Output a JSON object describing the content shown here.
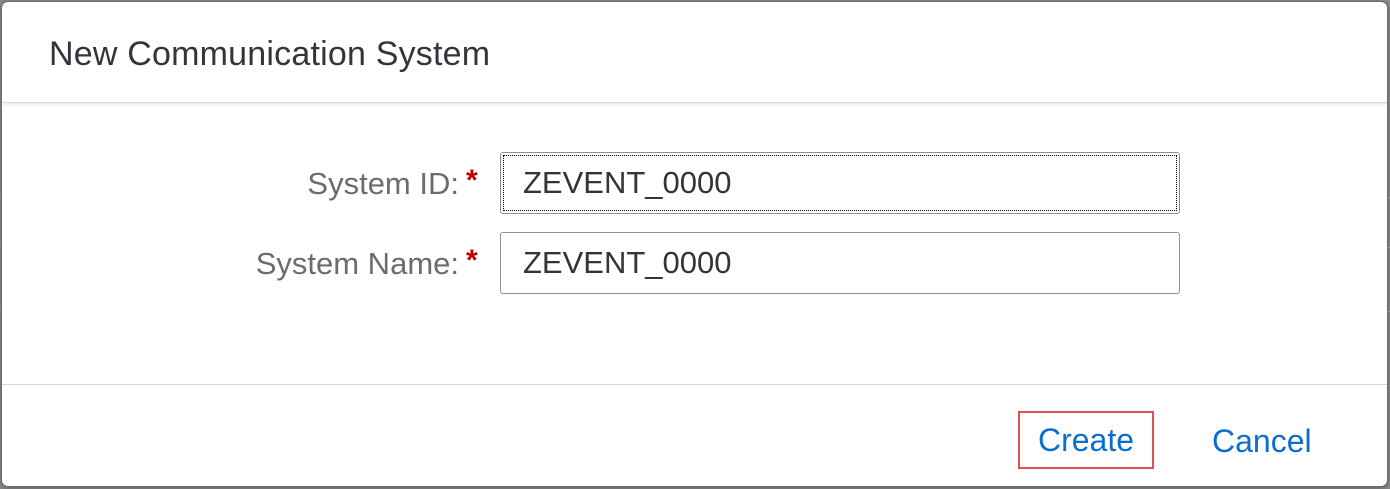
{
  "dialog": {
    "title": "New Communication System"
  },
  "form": {
    "system_id": {
      "label": "System ID:",
      "required_marker": "*",
      "value": "ZEVENT_0000"
    },
    "system_name": {
      "label": "System Name:",
      "required_marker": "*",
      "value": "ZEVENT_0000"
    }
  },
  "footer": {
    "create_label": "Create",
    "cancel_label": "Cancel"
  },
  "colors": {
    "accent": "#0a6ed1",
    "required": "#bb0000",
    "highlight_border": "#e05050"
  }
}
